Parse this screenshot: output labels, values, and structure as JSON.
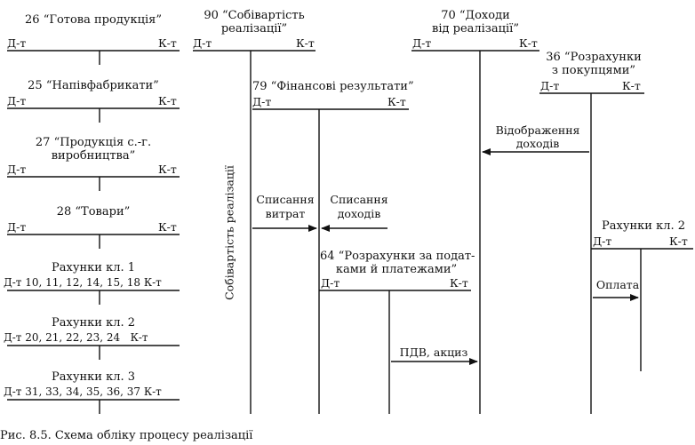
{
  "accounts": {
    "a26": {
      "title": "26 “Готова продукція”",
      "debit": "Д-т",
      "credit": "К-т"
    },
    "a25": {
      "title": "25 “Напівфабрикати”",
      "debit": "Д-т",
      "credit": "К-т"
    },
    "a27": {
      "title_line1": "27 “Продукція с.-г.",
      "title_line2": "виробництва”",
      "debit": "Д-т",
      "credit": "К-т"
    },
    "a28": {
      "title": "28 “Товари”",
      "debit": "Д-т",
      "credit": "К-т"
    },
    "k1": {
      "title": "Рахунки кл. 1",
      "row": "Д-т 10, 11, 12, 14, 15, 18 К-т"
    },
    "k2": {
      "title": "Рахунки кл. 2",
      "row": "Д-т 20, 21, 22, 23, 24   К-т"
    },
    "k3": {
      "title": "Рахунки кл. 3",
      "row": "Д-т 31, 33, 34, 35, 36, 37 К-т"
    },
    "a90": {
      "title_line1": "90 “Собівартість",
      "title_line2": "реалізації”",
      "debit": "Д-т",
      "credit": "К-т"
    },
    "a79": {
      "title": "79 “Фінансові результати”",
      "debit": "Д-т",
      "credit": "К-т"
    },
    "a70": {
      "title_line1": "70 “Доходи",
      "title_line2": "від реалізації”",
      "debit": "Д-т",
      "credit": "К-т"
    },
    "a36": {
      "title_line1": "36 “Розрахунки",
      "title_line2": "з покупцями”",
      "debit": "Д-т",
      "credit": "К-т"
    },
    "a64": {
      "title_line1": "64 “Розрахунки за подат-",
      "title_line2": "ками й платежами”",
      "debit": "Д-т",
      "credit": "К-т"
    },
    "kl2r": {
      "title": "Рахунки кл. 2",
      "debit": "Д-т",
      "credit": "К-т"
    }
  },
  "labels": {
    "vertical": "Собівартість реалізації",
    "costs_line1": "Списання",
    "costs_line2": "витрат",
    "income_line1": "Списання",
    "income_line2": "доходів",
    "reflect_line1": "Відображення",
    "reflect_line2": "доходів",
    "vat": "ПДВ, акциз",
    "payment": "Оплата"
  },
  "caption": "Рис. 8.5. Схема обліку процесу реалізації"
}
